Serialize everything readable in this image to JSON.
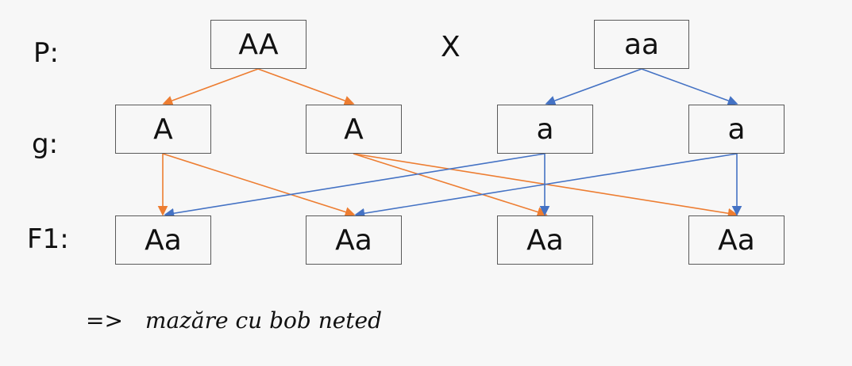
{
  "rows": {
    "p": "P:",
    "g": "g:",
    "f1": "F1:"
  },
  "parents": {
    "left": "AA",
    "cross": "X",
    "right": "aa"
  },
  "gametes": [
    "A",
    "A",
    "a",
    "a"
  ],
  "offspring": [
    "Aa",
    "Aa",
    "Aa",
    "Aa"
  ],
  "conclusion": {
    "arrow": "=>",
    "text": "mazăre cu bob neted"
  },
  "colors": {
    "dominant_arrows": "#ED7D31",
    "recessive_arrows": "#4472C4",
    "box_border": "#595959"
  }
}
